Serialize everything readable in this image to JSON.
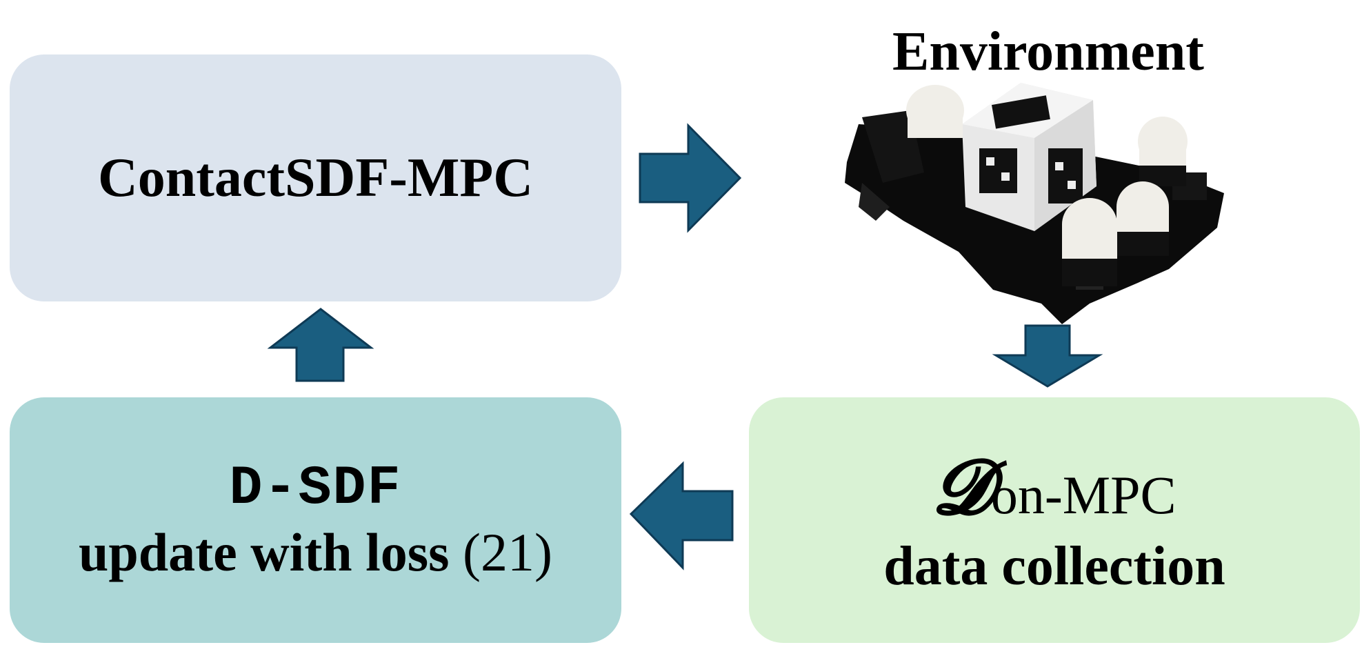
{
  "mpc": {
    "label": "ContactSDF-MPC"
  },
  "environment": {
    "title": "Environment"
  },
  "dsdf": {
    "name": "D-SDF",
    "line_text": "update with loss ",
    "ref": "(21)"
  },
  "data": {
    "symbol": "𝓓",
    "subscript": "on-MPC",
    "line": "data collection"
  },
  "colors": {
    "arrow_fill": "#1a5e80",
    "arrow_stroke": "#0e3a55",
    "mpc_box": "#dce4ee",
    "dsdf_box": "#acd7d7",
    "data_box": "#d9f2d4"
  }
}
